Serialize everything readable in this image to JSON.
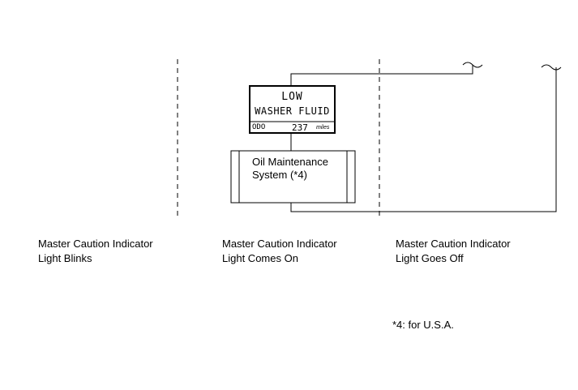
{
  "display": {
    "line1": "LOW",
    "line2": "WASHER FLUID",
    "odo_label": "ODO",
    "odo_value": "237",
    "odo_unit": "miles"
  },
  "oil_box": {
    "line1": "Oil Maintenance",
    "line2": "System (*4)"
  },
  "states": [
    {
      "line1": "Master Caution Indicator",
      "line2": "Light Blinks"
    },
    {
      "line1": "Master Caution Indicator",
      "line2": "Light Comes On"
    },
    {
      "line1": "Master Caution Indicator",
      "line2": "Light Goes Off"
    }
  ],
  "footnote": "*4: for U.S.A."
}
